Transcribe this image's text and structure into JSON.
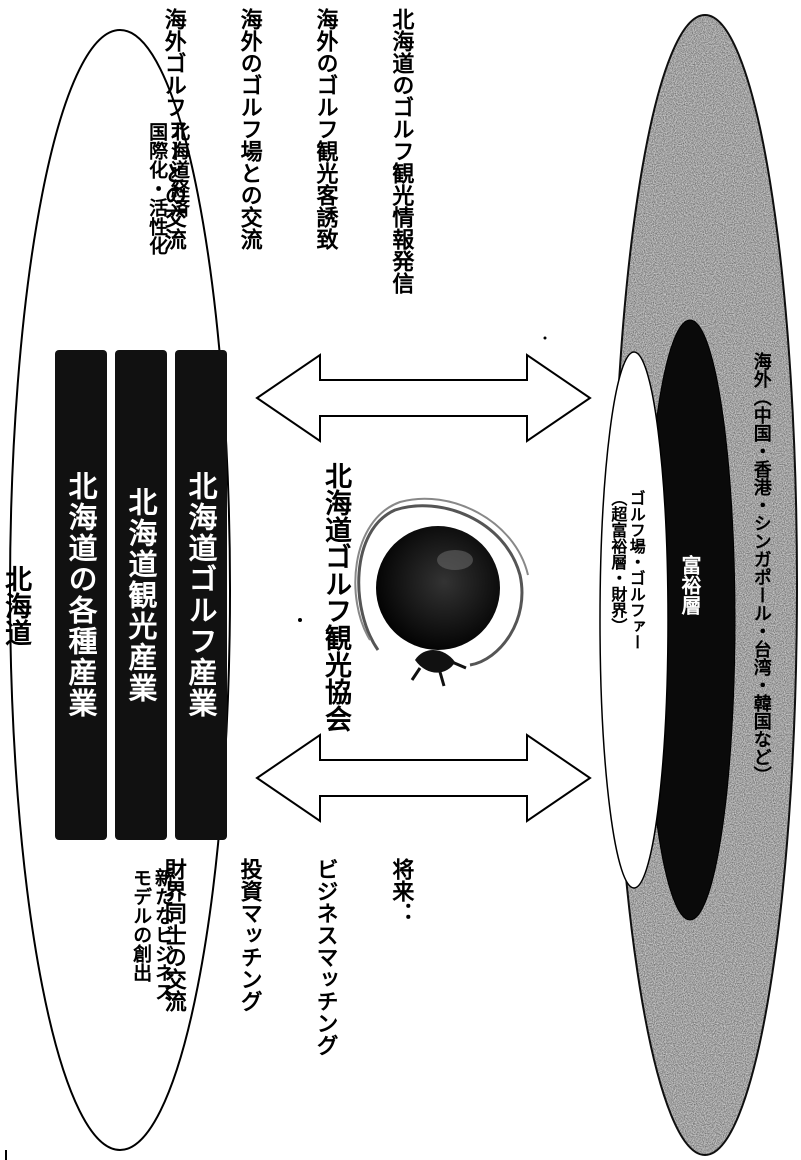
{
  "hokkaido": {
    "title": "北海道",
    "economy_text": "北海道経済\n国際化・活性化",
    "business_text": "新たなビジネス\nモデルの創出",
    "bars": [
      {
        "label": "北海道ゴルフ産業"
      },
      {
        "label": "北海道観光産業"
      },
      {
        "label": "北海道の各種産業"
      }
    ]
  },
  "association": {
    "name": "北海道ゴルフ観光協会"
  },
  "exchange_top": {
    "lines": [
      "北海道のゴルフ観光情報発信",
      "海外のゴルフ観光客誘致",
      "海外のゴルフ場との交流",
      "海外ゴルファーとの交流"
    ]
  },
  "exchange_bottom": {
    "lines": [
      "将来：",
      "ビジネスマッチング",
      "投資マッチング",
      "財界同士の交流"
    ]
  },
  "overseas": {
    "title": "海外（中国・香港・シンガポール・台湾・韓国など）",
    "wealthy": "富裕層",
    "golf_courses": "ゴルフ場・ゴルファー\n（超富裕層・財界）"
  },
  "colors": {
    "bar": "#111111",
    "arrow_stroke": "#000000",
    "overseas_fill": "#c8c8c8",
    "wealthy_fill": "#0a0a0a"
  }
}
